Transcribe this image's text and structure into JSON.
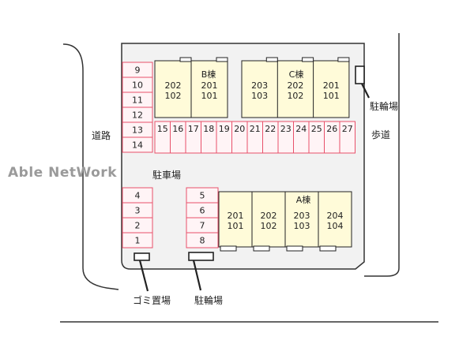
{
  "watermark": "Able NetWork",
  "labels": {
    "road": "道路",
    "sidewalk": "歩道",
    "parking": "駐車場",
    "bike_parking_right": "駐輪場",
    "bike_parking_bottom": "駐輪場",
    "garbage": "ゴミ置場"
  },
  "buildings": {
    "b": {
      "name": "B棟",
      "upper": [
        "202",
        "201"
      ],
      "lower": [
        "102",
        "101"
      ]
    },
    "c": {
      "name": "C棟",
      "upper": [
        "203",
        "202",
        "201"
      ],
      "lower": [
        "103",
        "102",
        "101"
      ]
    },
    "a": {
      "name": "A棟",
      "upper": [
        "201",
        "202",
        "203",
        "204"
      ],
      "lower": [
        "101",
        "102",
        "103",
        "104"
      ]
    }
  },
  "parking": {
    "left_column_top": [
      "9",
      "10",
      "11",
      "12",
      "13",
      "14"
    ],
    "left_column_bottom": [
      "4",
      "3",
      "2",
      "1"
    ],
    "middle_column": [
      "5",
      "6",
      "7",
      "8"
    ],
    "row": [
      "15",
      "16",
      "17",
      "18",
      "19",
      "20",
      "21",
      "22",
      "23",
      "24",
      "25",
      "26",
      "27"
    ]
  },
  "colors": {
    "parking_line": "#e8506a",
    "parking_fill": "#fff4f6",
    "building_fill": "#fffbd9",
    "outline": "#222222",
    "lot_fill": "#f2f2f2",
    "watermark": "#9a9a9a"
  }
}
